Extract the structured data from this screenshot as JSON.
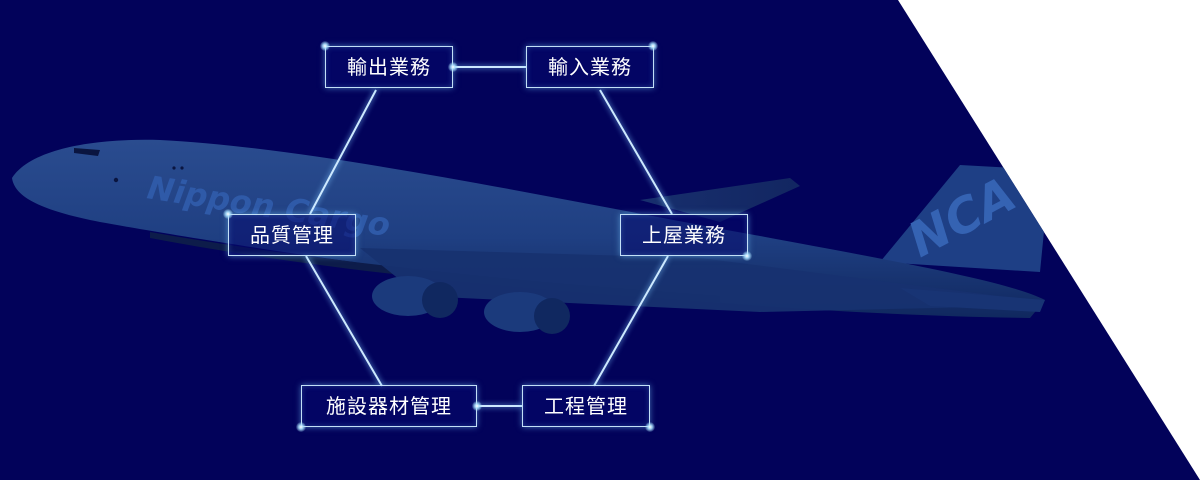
{
  "colors": {
    "background": "#02025a",
    "accent_line": "#cde9ff",
    "aircraft": "#1c3d80",
    "label_text": "#ffffff"
  },
  "aircraft_livery": {
    "fuselage_text": "Nippon Cargo",
    "tail_text": "NCA"
  },
  "diagram": {
    "nodes": [
      {
        "id": "export",
        "label": "輸出業務"
      },
      {
        "id": "import",
        "label": "輸入業務"
      },
      {
        "id": "roof",
        "label": "上屋業務"
      },
      {
        "id": "process",
        "label": "工程管理"
      },
      {
        "id": "facility",
        "label": "施設器材管理"
      },
      {
        "id": "quality",
        "label": "品質管理"
      }
    ]
  }
}
